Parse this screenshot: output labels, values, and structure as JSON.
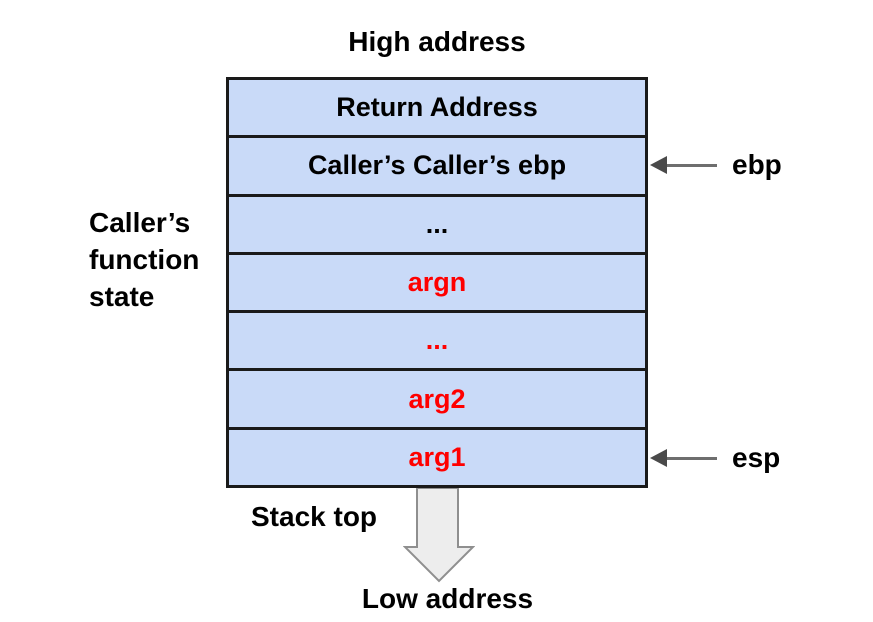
{
  "labels": {
    "high_address": "High address",
    "low_address": "Low address",
    "stack_top": "Stack top",
    "side": "Caller’s\nfunction\nstate"
  },
  "stack": {
    "rows": [
      {
        "label": "Return Address",
        "color": "dark"
      },
      {
        "label": "Caller’s Caller’s ebp",
        "color": "dark"
      },
      {
        "label": "...",
        "color": "dark"
      },
      {
        "label": "argn",
        "color": "red"
      },
      {
        "label": "...",
        "color": "red"
      },
      {
        "label": "arg2",
        "color": "red"
      },
      {
        "label": "arg1",
        "color": "red"
      }
    ]
  },
  "pointers": {
    "ebp_label": "ebp",
    "esp_label": "esp"
  },
  "colors": {
    "box_fill": "#c9daf8",
    "box_border": "#1a1a1a",
    "highlight_text": "#ff0000",
    "default_text": "#000000",
    "pointer_line": "#6e6e6e",
    "pointer_head": "#4a4a4a",
    "stack_top_arrow_fill": "#ededed",
    "stack_top_arrow_border": "#8f8f8f"
  }
}
